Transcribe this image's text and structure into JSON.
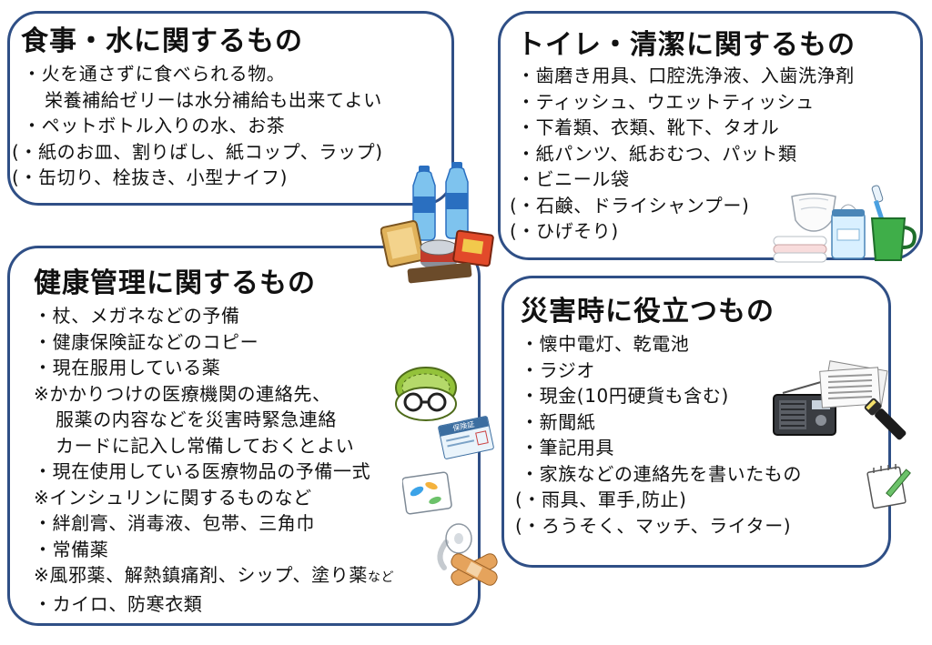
{
  "food": {
    "title": "食事・水に関するもの",
    "items": [
      "・火を通さずに食べられる物。",
      "栄養補給ゼリーは水分補給も出来てよい",
      "・ペットボトル入りの水、お茶",
      "(・紙のお皿、割りばし、紙コップ、ラップ)",
      "(・缶切り、栓抜き、小型ナイフ)"
    ]
  },
  "toilet": {
    "title": "トイレ・清潔に関するもの",
    "items": [
      "・歯磨き用具、口腔洗浄液、入歯洗浄剤",
      "・ティッシュ、ウエットティッシュ",
      "・下着類、衣類、靴下、タオル",
      "・紙パンツ、紙おむつ、パット類",
      "・ビニール袋",
      "(・石鹸、ドライシャンプー)",
      "(・ひげそり)"
    ]
  },
  "health": {
    "title": "健康管理に関するもの",
    "items": [
      "・杖、メガネなどの予備",
      "・健康保険証などのコピー",
      "・現在服用している薬",
      "※かかりつけの医療機関の連絡先、",
      "服薬の内容などを災害時緊急連絡",
      "カードに記入し常備しておくとよい",
      "・現在使用している医療物品の予備一式",
      "※インシュリンに関するものなど",
      "・絆創膏、消毒液、包帯、三角巾",
      "・常備薬",
      "※風邪薬、解熱鎮痛剤、シップ、塗り薬",
      "など",
      "・カイロ、防寒衣類"
    ],
    "card_label": "保険証"
  },
  "disaster": {
    "title": "災害時に役立つもの",
    "items": [
      "・懐中電灯、乾電池",
      "・ラジオ",
      "・現金(10円硬貨も含む)",
      "・新聞紙",
      "・筆記用具",
      "・家族などの連絡先を書いたもの",
      "(・雨具、軍手,防止)",
      "(・ろうそく、マッチ、ライター)"
    ]
  },
  "colors": {
    "border": "#2f4f86",
    "text": "#111111"
  },
  "icons": [
    "water-bottle-icon",
    "canned-food-icon",
    "glasses-case-icon",
    "insurance-card-icon",
    "medicine-icon",
    "bandage-icon",
    "diaper-icon",
    "tissue-icon",
    "toothbrush-cup-icon",
    "towel-icon",
    "radio-icon",
    "newspaper-icon",
    "flashlight-icon",
    "notepad-icon"
  ]
}
